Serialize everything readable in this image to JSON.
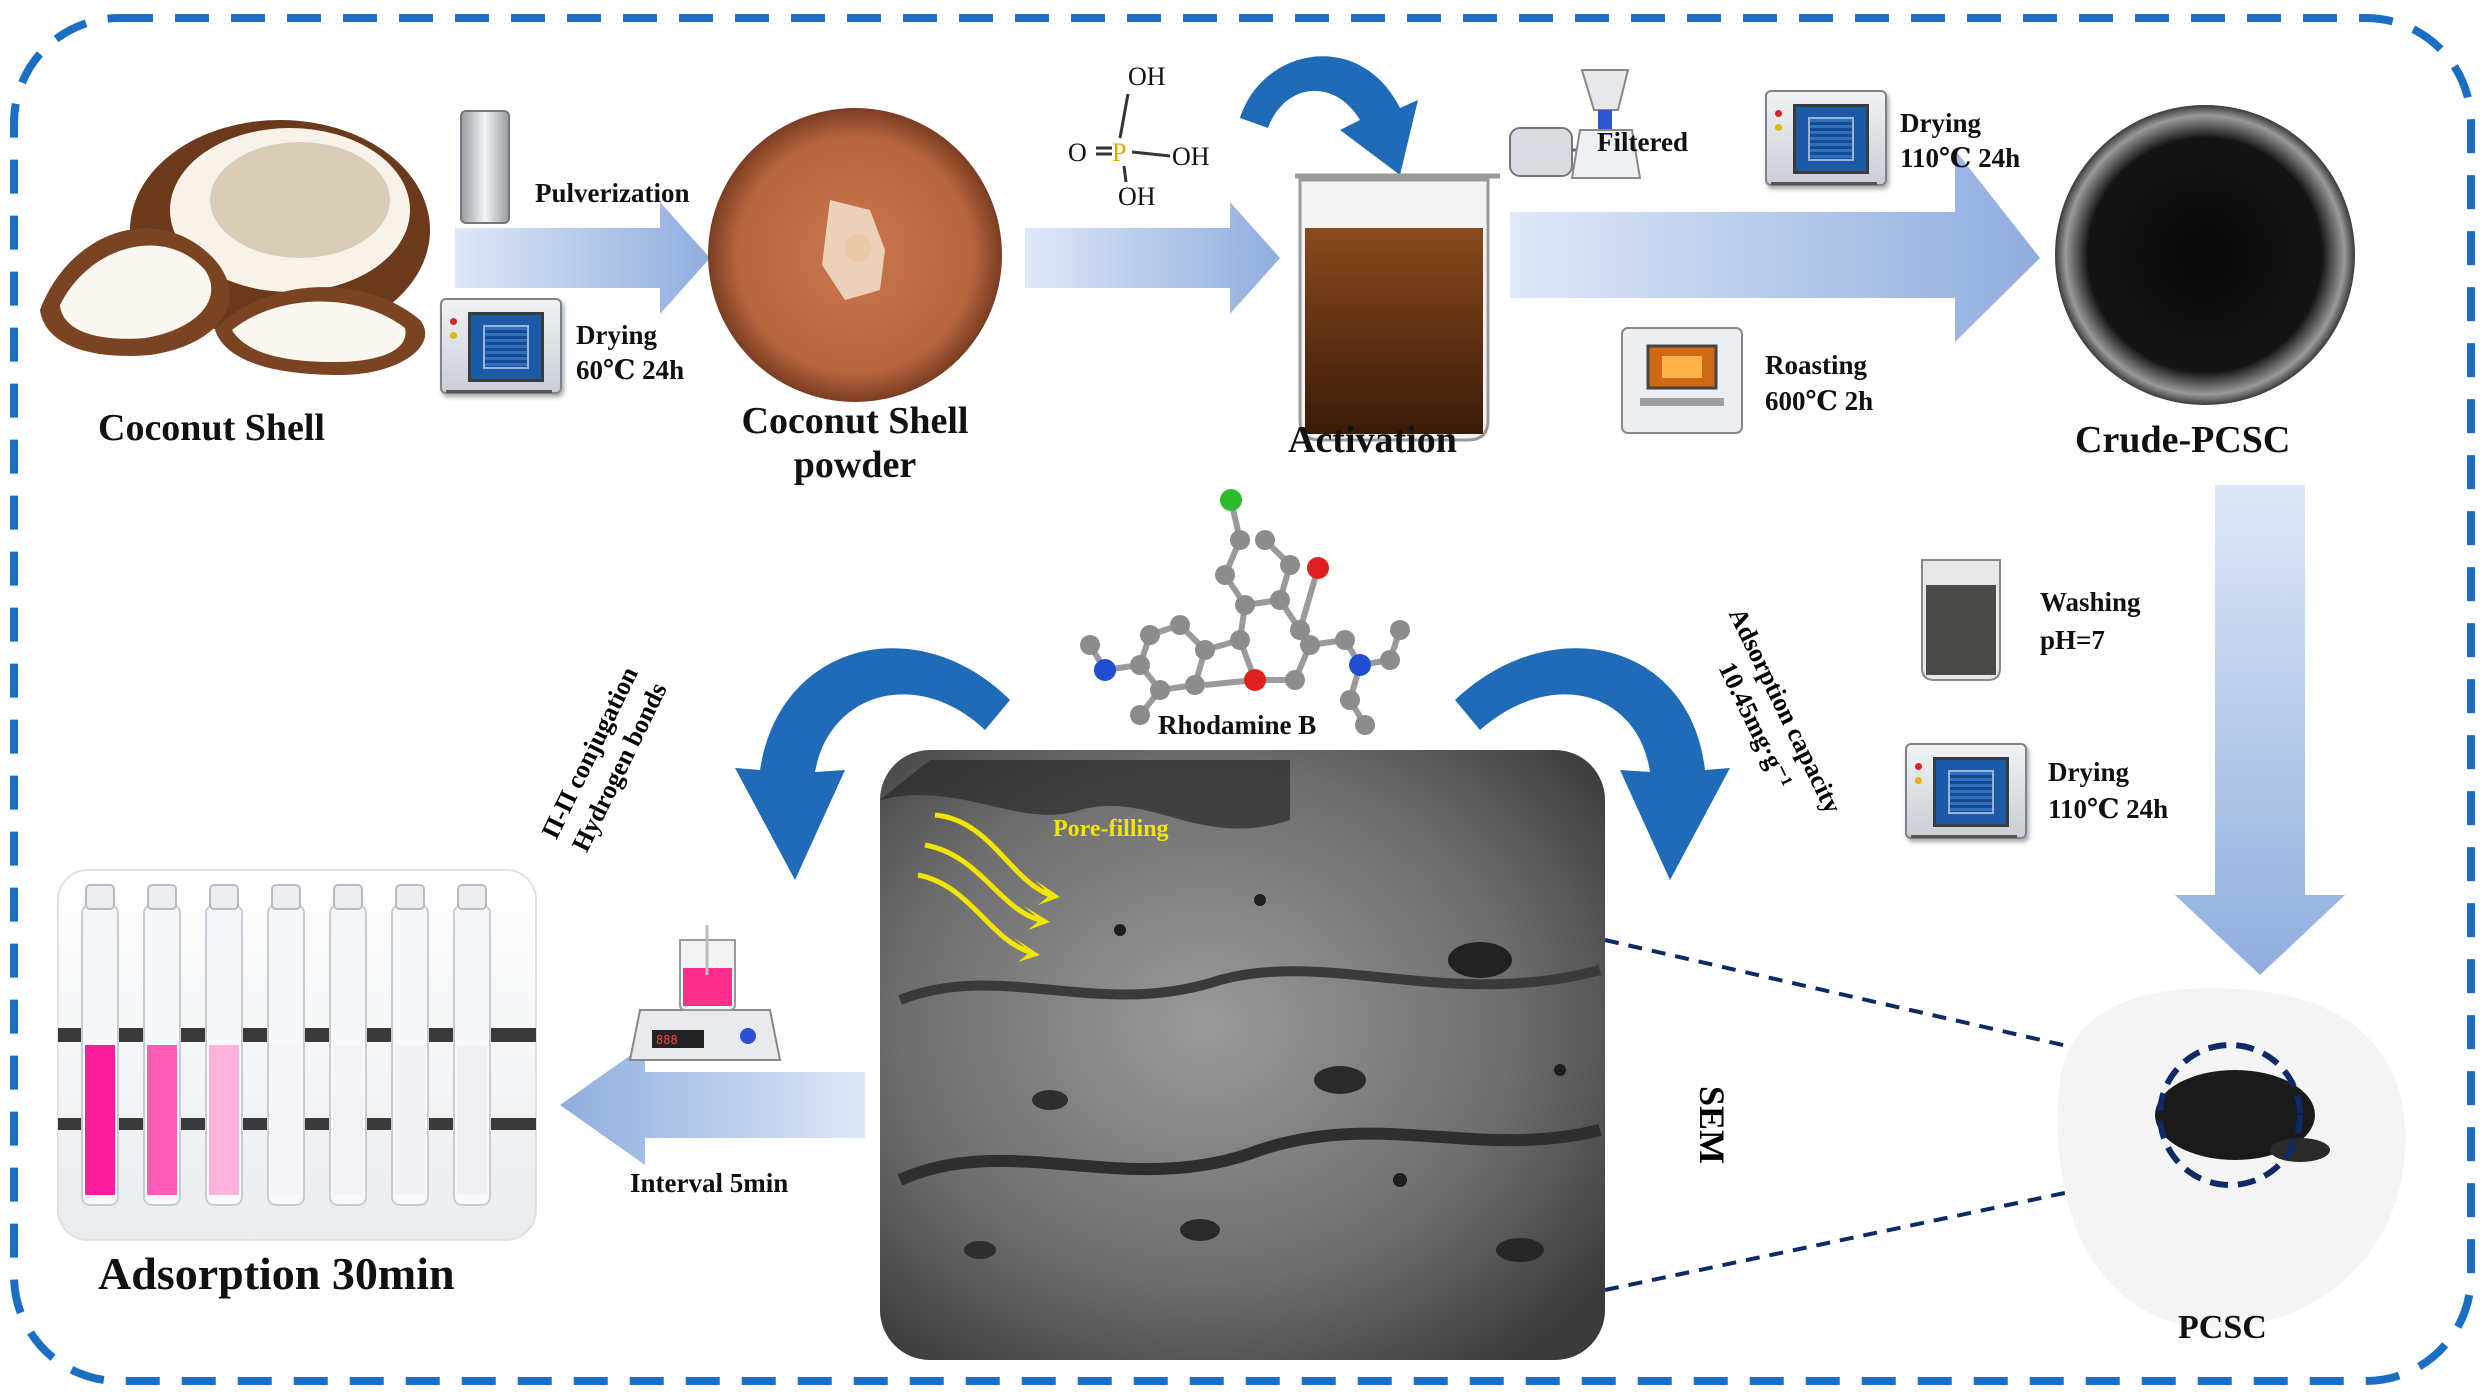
{
  "labels": {
    "coconut_shell": "Coconut Shell",
    "pulverization": "Pulverization",
    "drying_1": "Drying",
    "drying_1_cond": "60℃ 24h",
    "coconut_powder_line1": "Coconut Shell",
    "coconut_powder_line2": "powder",
    "acid_oh_top": "OH",
    "acid_p": "P",
    "acid_o": "O",
    "acid_oh_right": "OH",
    "acid_oh_bottom": "OH",
    "activation": "Activation",
    "filtered": "Filtered",
    "drying_2": "Drying",
    "drying_2_cond": "110℃ 24h",
    "roasting": "Roasting",
    "roasting_cond": "600℃ 2h",
    "crude_pcsc": "Crude-PCSC",
    "washing": "Washing",
    "washing_cond": "pH=7",
    "drying_3": "Drying",
    "drying_3_cond": "110℃ 24h",
    "pcsc": "PCSC",
    "rhodamine_b": "Rhodamine B",
    "pi_conjugation": "Π-Π conjugation",
    "hydrogen_bonds": "Hydrogen bonds",
    "adsorption_capacity": "Adsorption capacity",
    "capacity_value": "10.45mg·g⁻¹",
    "pore_filling": "Pore-filling",
    "sem": "SEM",
    "interval": "Interval 5min",
    "adsorption_time": "Adsorption 30min"
  },
  "colors": {
    "border_dash": "#1a6fc4",
    "curved_arrow": "#1f6bb7",
    "flow_arrow": "#a9bfe8",
    "pore_arrows": "#f2e600",
    "dash_connector": "#0d2a66"
  }
}
